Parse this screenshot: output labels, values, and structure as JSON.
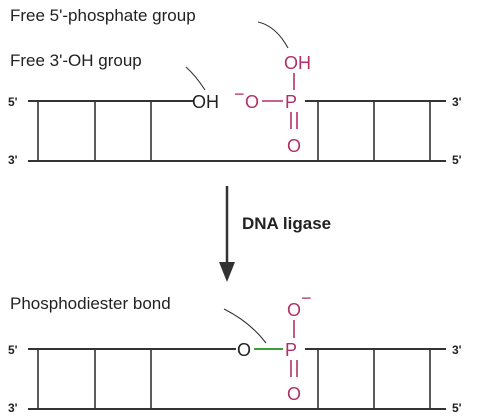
{
  "colors": {
    "ink": "#222222",
    "phosphate": "#b0306a",
    "bond": "#3aa03a"
  },
  "labels": {
    "free_phosphate": "Free 5'-phosphate group",
    "free_oh": "Free 3'-OH group",
    "enzyme": "DNA ligase",
    "phosphodiester": "Phosphodiester bond"
  },
  "top": {
    "left_top_end": "5'",
    "left_bottom_end": "3'",
    "right_top_end": "3'",
    "right_bottom_end": "5'",
    "hydroxyl": "OH",
    "phosphate_oh": "OH",
    "o_minus": "O",
    "charge": "−",
    "phosphorus": "P",
    "double_o": "O"
  },
  "bottom": {
    "left_top_end": "5'",
    "left_bottom_end": "3'",
    "right_top_end": "3'",
    "right_bottom_end": "5'",
    "bridge_o": "O",
    "o_minus": "O",
    "charge": "−",
    "phosphorus": "P",
    "double_o": "O"
  }
}
